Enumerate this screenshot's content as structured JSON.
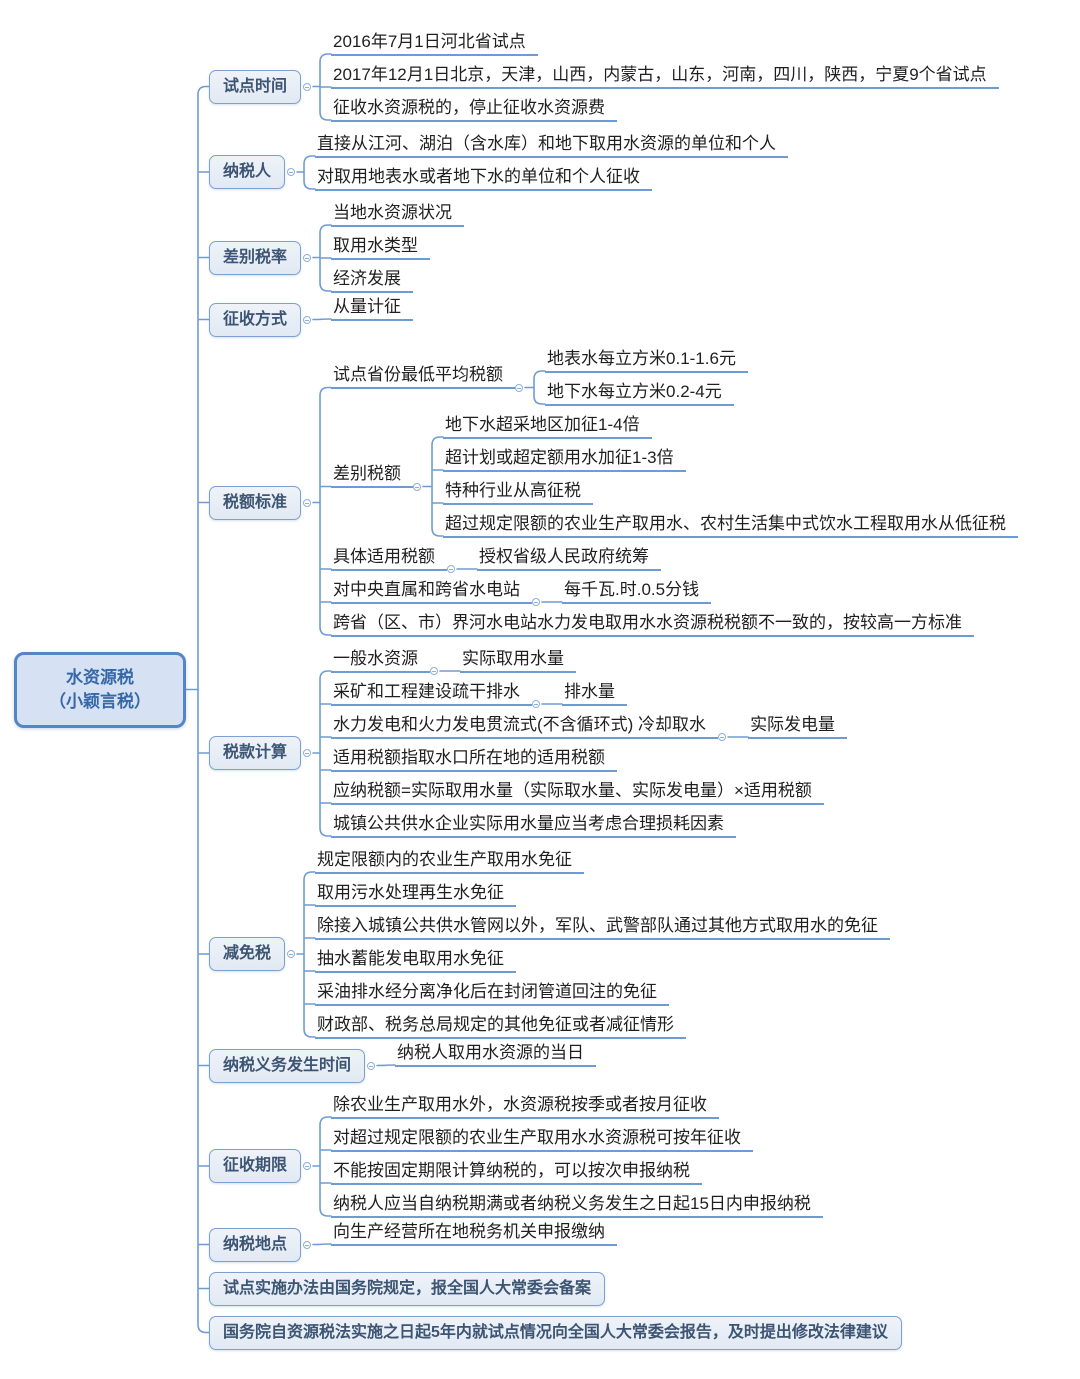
{
  "colors": {
    "bg": "#ffffff",
    "line": "#6f9bd4",
    "leaf-text": "#1f1f1f",
    "topic-text": "#3d5573",
    "box-border": "#7ba1d3",
    "box-fill1": "#eff3f9",
    "box-fill2": "#e1e9f3",
    "root-border": "#5485c4",
    "root-fill": "#d6e2f3",
    "root-text": "#3668a8",
    "handle-border": "#8fafd9"
  },
  "icons": {
    "collapse_handle": "minus-circle"
  },
  "mindmap": {
    "root": {
      "label": "水资源税\n（小颖言税）"
    },
    "branches": [
      {
        "label": "试点时间",
        "type": "box",
        "children": [
          {
            "label": "2016年7月1日河北省试点"
          },
          {
            "label": "2017年12月1日北京，天津，山西，内蒙古，山东，河南，四川，陕西，宁夏9个省试点"
          },
          {
            "label": "征收水资源税的，停止征收水资源费"
          }
        ]
      },
      {
        "label": "纳税人",
        "type": "box",
        "children": [
          {
            "label": "直接从江河、湖泊（含水库）和地下取用水资源的单位和个人"
          },
          {
            "label": "对取用地表水或者地下水的单位和个人征收"
          }
        ]
      },
      {
        "label": "差别税率",
        "type": "box",
        "children": [
          {
            "label": "当地水资源状况"
          },
          {
            "label": "取用水类型"
          },
          {
            "label": "经济发展"
          }
        ]
      },
      {
        "label": "征收方式",
        "type": "box",
        "children": [
          {
            "label": "从量计征"
          }
        ]
      },
      {
        "label": "税额标准",
        "type": "box",
        "children": [
          {
            "label": "试点省份最低平均税额",
            "children": [
              {
                "label": "地表水每立方米0.1-1.6元"
              },
              {
                "label": "地下水每立方米0.2-4元"
              }
            ]
          },
          {
            "label": "差别税额",
            "children": [
              {
                "label": "地下水超采地区加征1-4倍"
              },
              {
                "label": "超计划或超定额用水加征1-3倍"
              },
              {
                "label": "特种行业从高征税"
              },
              {
                "label": "超过规定限额的农业生产取用水、农村生活集中式饮水工程取用水从低征税"
              }
            ]
          },
          {
            "label": "具体适用税额",
            "children": [
              {
                "label": "授权省级人民政府统筹"
              }
            ]
          },
          {
            "label": "对中央直属和跨省水电站",
            "children": [
              {
                "label": "每千瓦.时.0.5分钱"
              }
            ]
          },
          {
            "label": "跨省（区、市）界河水电站水力发电取用水水资源税税额不一致的，按较高一方标准"
          }
        ]
      },
      {
        "label": "税款计算",
        "type": "box",
        "children": [
          {
            "label": "一般水资源",
            "children": [
              {
                "label": "实际取用水量"
              }
            ]
          },
          {
            "label": "采矿和工程建设疏干排水",
            "children": [
              {
                "label": "排水量"
              }
            ]
          },
          {
            "label": "水力发电和火力发电贯流式(不含循环式) 冷却取水",
            "children": [
              {
                "label": "实际发电量"
              }
            ]
          },
          {
            "label": "适用税额指取水口所在地的适用税额"
          },
          {
            "label": "应纳税额=实际取用水量（实际取水量、实际发电量）×适用税额"
          },
          {
            "label": "城镇公共供水企业实际用水量应当考虑合理损耗因素"
          }
        ]
      },
      {
        "label": "减免税",
        "type": "box",
        "children": [
          {
            "label": "规定限额内的农业生产取用水免征"
          },
          {
            "label": "取用污水处理再生水免征"
          },
          {
            "label": "除接入城镇公共供水管网以外，军队、武警部队通过其他方式取用水的免征"
          },
          {
            "label": "抽水蓄能发电取用水免征"
          },
          {
            "label": "采油排水经分离净化后在封闭管道回注的免征"
          },
          {
            "label": "财政部、税务总局规定的其他免征或者减征情形"
          }
        ]
      },
      {
        "label": "纳税义务发生时间",
        "type": "box",
        "children": [
          {
            "label": "纳税人取用水资源的当日"
          }
        ]
      },
      {
        "label": "征收期限",
        "type": "box",
        "children": [
          {
            "label": "除农业生产取用水外，水资源税按季或者按月征收"
          },
          {
            "label": "对超过规定限额的农业生产取用水水资源税可按年征收"
          },
          {
            "label": "不能按固定期限计算纳税的，可以按次申报纳税"
          },
          {
            "label": "纳税人应当自纳税期满或者纳税义务发生之日起15日内申报纳税"
          }
        ]
      },
      {
        "label": "纳税地点",
        "type": "box",
        "children": [
          {
            "label": "向生产经营所在地税务机关申报缴纳"
          }
        ]
      },
      {
        "label": "试点实施办法由国务院规定，报全国人大常委会备案",
        "type": "box"
      },
      {
        "label": "国务院自资源税法实施之日起5年内就试点情况向全国人大常委会报告，及时提出修改法律建议",
        "type": "box"
      }
    ]
  }
}
